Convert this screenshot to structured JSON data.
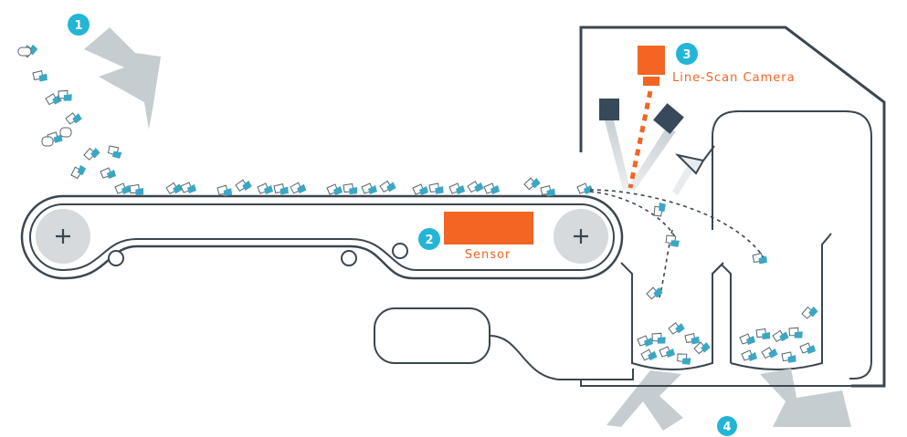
{
  "diagram": {
    "steps": [
      {
        "number": "1"
      },
      {
        "number": "2",
        "label": "Sensor"
      },
      {
        "number": "3",
        "label": "Line-Scan Camera"
      },
      {
        "number": "4"
      }
    ]
  },
  "colors": {
    "outline": "#3b4750",
    "belt_gray": "#d6dadc",
    "arrow_gray": "#c5cdd0",
    "accent": "#f26522",
    "step_badge": "#22b5d6",
    "debris_blue": "#3aa7c4",
    "lamp": "#37495a"
  },
  "icons": [
    "pulley-plus-icon",
    "debris-icon",
    "flow-arrow-icon",
    "camera-icon",
    "lamp-icon"
  ]
}
